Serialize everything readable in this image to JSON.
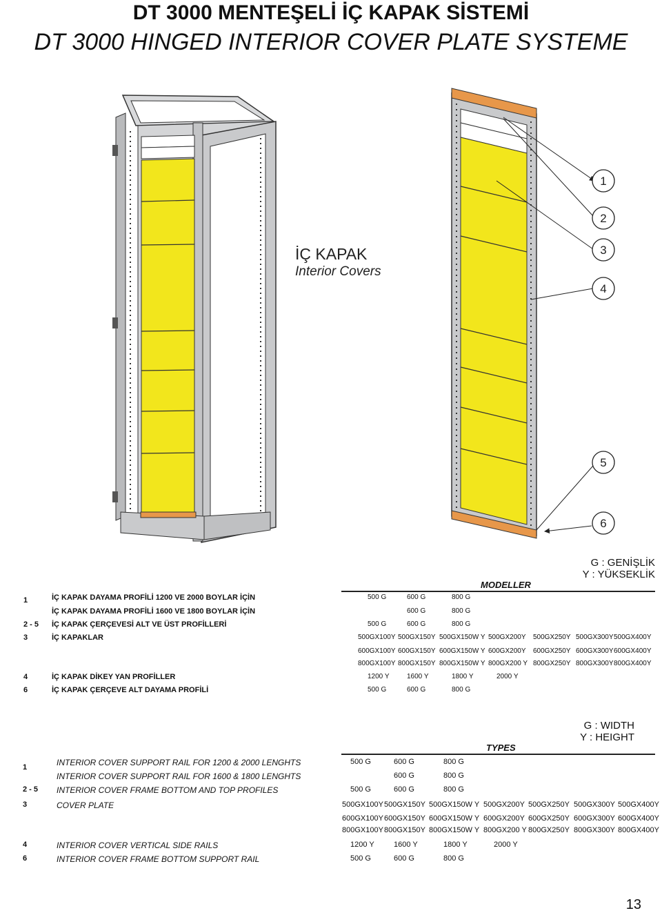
{
  "title": {
    "tr": "DT 3000 MENTEŞELİ İÇ KAPAK SİSTEMİ",
    "en": "DT 3000 HINGED INTERIOR COVER PLATE SYSTEME"
  },
  "figure": {
    "label_tr": "İÇ KAPAK",
    "label_en": "Interior Covers",
    "callouts": [
      "1",
      "2",
      "3",
      "4",
      "5",
      "6"
    ],
    "colors": {
      "panel": "#f2e61c",
      "orange": "#e7974a",
      "frame": "#c9cacc",
      "outline": "#333333"
    }
  },
  "tr_section": {
    "header": "MODELLER",
    "legend": [
      "G : GENİŞLİK",
      "Y : YÜKSEKLİK"
    ],
    "rows": [
      {
        "num": "1",
        "label": "İÇ KAPAK DAYAMA PROFİLİ 1200 VE 2000 BOYLAR İÇİN",
        "cells": [
          "500 G",
          "600 G",
          "800 G"
        ]
      },
      {
        "num": "",
        "label": "İÇ KAPAK DAYAMA PROFİLİ 1600 VE 1800 BOYLAR İÇİN",
        "cells": [
          "",
          "600 G",
          "800 G"
        ]
      },
      {
        "num": "2 - 5",
        "label": "İÇ KAPAK ÇERÇEVESİ ALT VE ÜST PROFİLLERİ",
        "cells": [
          "500 G",
          "600 G",
          "800 G"
        ]
      },
      {
        "num": "3",
        "label": "İÇ KAPAKLAR",
        "cells": [
          "500GX100Y",
          "500GX150Y",
          "500GX150W Y",
          "500GX200Y",
          "500GX250Y",
          "500GX300Y",
          "500GX400Y"
        ]
      },
      {
        "num": "",
        "label": "",
        "cells": [
          "600GX100Y",
          "600GX150Y",
          "600GX150W Y",
          "600GX200Y",
          "600GX250Y",
          "600GX300Y",
          "600GX400Y"
        ]
      },
      {
        "num": "",
        "label": "",
        "cells": [
          "800GX100Y",
          "800GX150Y",
          "800GX150W Y",
          "800GX200 Y",
          "800GX250Y",
          "800GX300Y",
          "800GX400Y"
        ]
      },
      {
        "num": "4",
        "label": "İÇ KAPAK DİKEY YAN PROFİLLER",
        "cells": [
          "1200 Y",
          "1600 Y",
          "1800 Y",
          "2000 Y"
        ]
      },
      {
        "num": "6",
        "label": "İÇ KAPAK ÇERÇEVE ALT DAYAMA PROFİLİ",
        "cells": [
          "500 G",
          "600 G",
          "800 G"
        ]
      }
    ]
  },
  "en_section": {
    "header": "TYPES",
    "legend": [
      "G : WIDTH",
      "Y : HEIGHT"
    ],
    "rows": [
      {
        "num": "1",
        "label": "INTERIOR COVER SUPPORT RAIL FOR 1200 & 2000 LENGHTS",
        "cells": [
          "500 G",
          "600 G",
          "800 G"
        ]
      },
      {
        "num": "",
        "label": "INTERIOR COVER SUPPORT RAIL FOR 1600 & 1800 LENGHTS",
        "cells": [
          "",
          "600 G",
          "800 G"
        ]
      },
      {
        "num": "2 - 5",
        "label": "INTERIOR COVER FRAME BOTTOM AND TOP PROFILES",
        "cells": [
          "500 G",
          "600 G",
          "800 G"
        ]
      },
      {
        "num": "3",
        "label": "COVER PLATE",
        "cells": [
          "500GX100Y",
          "500GX150Y",
          "500GX150W Y",
          "500GX200Y",
          "500GX250Y",
          "500GX300Y",
          "500GX400Y"
        ]
      },
      {
        "num": "",
        "label": "",
        "cells": [
          "600GX100Y",
          "600GX150Y",
          "600GX150W Y",
          "600GX200Y",
          "600GX250Y",
          "600GX300Y",
          "600GX400Y"
        ]
      },
      {
        "num": "",
        "label": "",
        "cells": [
          "800GX100Y",
          "800GX150Y",
          "800GX150W Y",
          "800GX200 Y",
          "800GX250Y",
          "800GX300Y",
          "800GX400Y"
        ]
      },
      {
        "num": "4",
        "label": "INTERIOR COVER VERTICAL SIDE RAILS",
        "cells": [
          "1200 Y",
          "1600 Y",
          "1800 Y",
          "2000 Y"
        ]
      },
      {
        "num": "6",
        "label": "INTERIOR COVER FRAME BOTTOM SUPPORT RAIL",
        "cells": [
          "500 G",
          "600 G",
          "800 G"
        ]
      }
    ]
  },
  "page_number": "13"
}
